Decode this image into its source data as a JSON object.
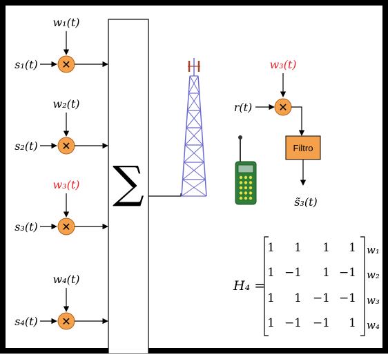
{
  "colors": {
    "border": "#000000",
    "multiplier_fill": "#f5a04a",
    "filter_fill": "#f5a04a",
    "highlight_text": "#e8262b",
    "tower": "#6a6ad0",
    "tower_antenna": "#b5402a",
    "phone_body": "#2f7d3a",
    "phone_keys": "#e8e23a",
    "phone_screen": "#9fc0a8"
  },
  "transmitter": {
    "branches": [
      {
        "input": "s₁(t)",
        "code": "w₁(t)",
        "code_highlight": false
      },
      {
        "input": "s₂(t)",
        "code": "w₂(t)",
        "code_highlight": false
      },
      {
        "input": "s₃(t)",
        "code": "w₃(t)",
        "code_highlight": true
      },
      {
        "input": "s₄(t)",
        "code": "w₄(t)",
        "code_highlight": false
      }
    ],
    "adder_symbol": "∑",
    "multiplier_symbol": "✕"
  },
  "receiver": {
    "input": "r(t)",
    "code": "w₃(t)",
    "filter_label": "Filtro",
    "output": "s̃₃(t)"
  },
  "matrix": {
    "label": "H₄ =",
    "rows": [
      {
        "cells": [
          "1",
          "1",
          "1",
          "1"
        ],
        "row_label": "w₁"
      },
      {
        "cells": [
          "1",
          "−1",
          "1",
          "−1"
        ],
        "row_label": "w₂"
      },
      {
        "cells": [
          "1",
          "1",
          "−1",
          "−1"
        ],
        "row_label": "w₃"
      },
      {
        "cells": [
          "1",
          "−1",
          "−1",
          "1"
        ],
        "row_label": "w₄"
      }
    ]
  }
}
